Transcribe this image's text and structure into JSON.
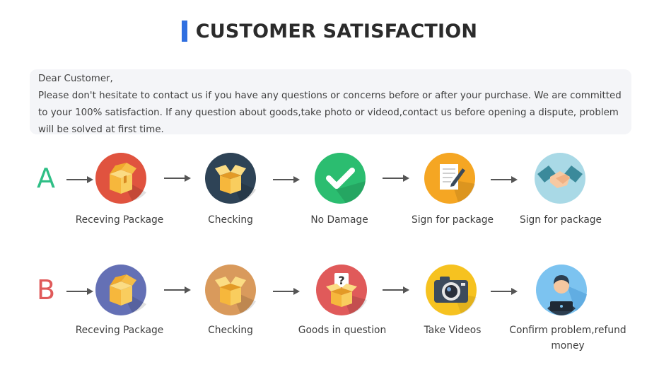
{
  "title": "CUSTOMER SATISFACTION",
  "message": {
    "greeting": "Dear Customer,",
    "line1": "Please don't hesitate to contact us if you have any questions or concerns before or after your purchase. We are committed",
    "line2": "to your 100% satisfaction. If any question about goods,take photo or videod,contact us before opening a dispute, problem",
    "line3": "will be solved at first time."
  },
  "rows": {
    "a": {
      "letter": "A",
      "letter_color": "#2fbf86",
      "steps": [
        {
          "label": "Receving Package",
          "icon": "open-box-icon",
          "color": "#e0533f"
        },
        {
          "label": "Checking",
          "icon": "open-box-icon",
          "color": "#2e4356"
        },
        {
          "label": "No Damage",
          "icon": "checkmark-icon",
          "color": "#2bbd70"
        },
        {
          "label": "Sign for package",
          "icon": "document-pen-icon",
          "color": "#f5a623"
        },
        {
          "label": "Sign for package",
          "icon": "handshake-icon",
          "color": "#a9d9e6"
        }
      ]
    },
    "b": {
      "letter": "B",
      "letter_color": "#e05a5a",
      "steps": [
        {
          "label": "Receving Package",
          "icon": "open-box-icon",
          "color": "#6470b5"
        },
        {
          "label": "Checking",
          "icon": "open-box-icon",
          "color": "#d99a5c"
        },
        {
          "label": "Goods in question",
          "icon": "question-box-icon",
          "color": "#e05a5a"
        },
        {
          "label": "Take Videos",
          "icon": "camera-icon",
          "color": "#f6c220"
        },
        {
          "label": "Confirm  problem,refund money",
          "icon": "support-agent-icon",
          "color": "#7cc3f0"
        }
      ]
    }
  }
}
